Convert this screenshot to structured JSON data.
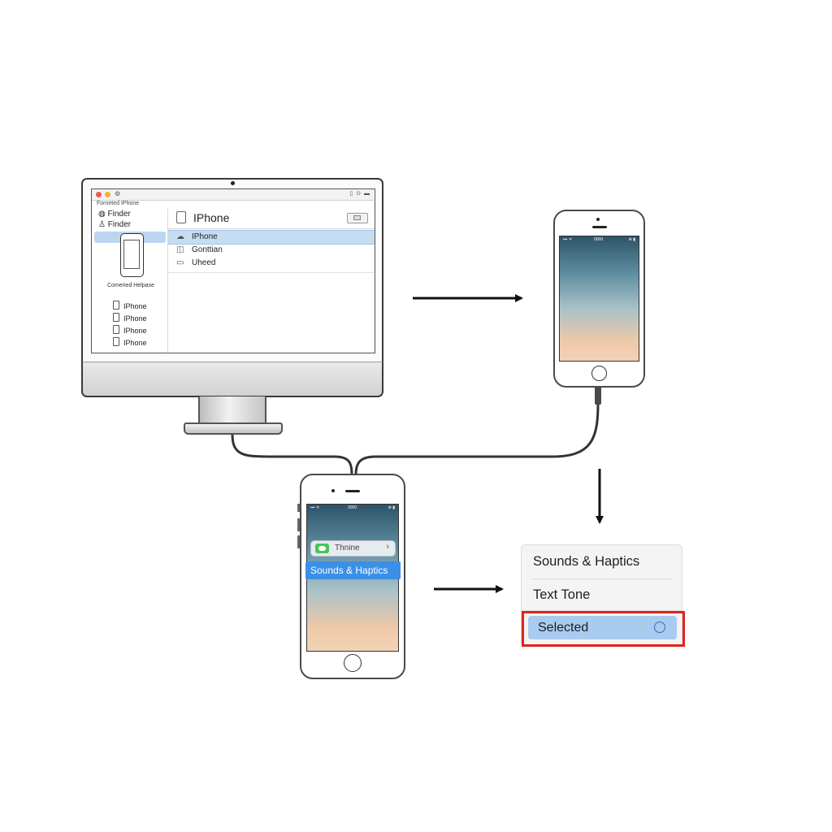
{
  "finder": {
    "header": "Forneted IPhone",
    "sidebar": {
      "items": [
        {
          "icon": "◍",
          "label": "Finder"
        },
        {
          "icon": "♙",
          "label": "Finder"
        }
      ],
      "caption": "Comeried Helpase",
      "devices": [
        "IPhone",
        "IPhone",
        "IPhone",
        "IPhone"
      ]
    },
    "main": {
      "title": "IPhone",
      "rows": [
        {
          "icon": "☁",
          "label": "IPhone"
        },
        {
          "icon": "◫",
          "label": "Gonttian"
        },
        {
          "icon": "▭",
          "label": "Uheed"
        }
      ]
    },
    "status_glyphs": "▯ ⊙ ▬"
  },
  "phone_top": {
    "status_left": "▪▪▪ ᯤ",
    "status_center": "0000",
    "status_right": "⊕ ▮"
  },
  "phone_bottom": {
    "status_left": "▪▪▪ ᯤ",
    "status_center": "2000",
    "status_right": "⊕ ▮",
    "menu": {
      "theme_label": "Thnine",
      "theme_chevron": "›",
      "sounds_label": "Sounds & Haptics"
    }
  },
  "settings": {
    "title": "Sounds & Haptics",
    "text_tone": "Text Tone",
    "selected": "Selected"
  },
  "colors": {
    "highlight_red": "#e3231b",
    "selection_blue": "#a9cbef",
    "menu_blue": "#3b8fe6"
  }
}
